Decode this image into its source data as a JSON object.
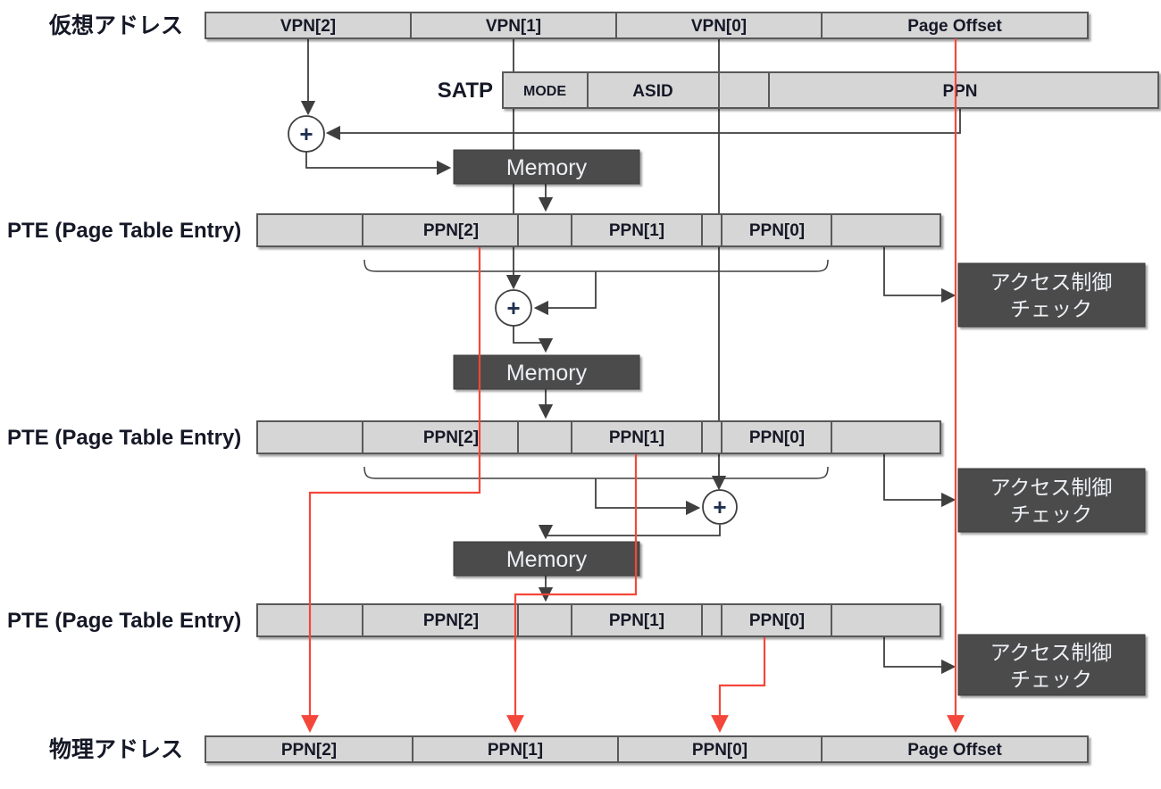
{
  "virtual_address": {
    "label": "仮想アドレス",
    "vpn2": "VPN[2]",
    "vpn1": "VPN[1]",
    "vpn0": "VPN[0]",
    "page_offset": "Page Offset"
  },
  "satp": {
    "label": "SATP",
    "mode": "MODE",
    "asid": "ASID",
    "ppn": "PPN"
  },
  "pte": {
    "label": "PTE (Page Table Entry)",
    "ppn2": "PPN[2]",
    "ppn1": "PPN[1]",
    "ppn0": "PPN[0]"
  },
  "memory": {
    "label": "Memory"
  },
  "adder": {
    "symbol": "+"
  },
  "access_check": {
    "line1": "アクセス制御",
    "line2": "チェック"
  },
  "physical_address": {
    "label": "物理アドレス",
    "ppn2": "PPN[2]",
    "ppn1": "PPN[1]",
    "ppn0": "PPN[0]",
    "page_offset": "Page Offset"
  },
  "colors": {
    "bar_fill": "#d6d6d6",
    "bar_border": "#595959",
    "box_fill": "#4c4c4c",
    "box_text": "#edf0f5",
    "line": "#3f3f3f",
    "red": "#f4473b",
    "text": "#151826"
  }
}
